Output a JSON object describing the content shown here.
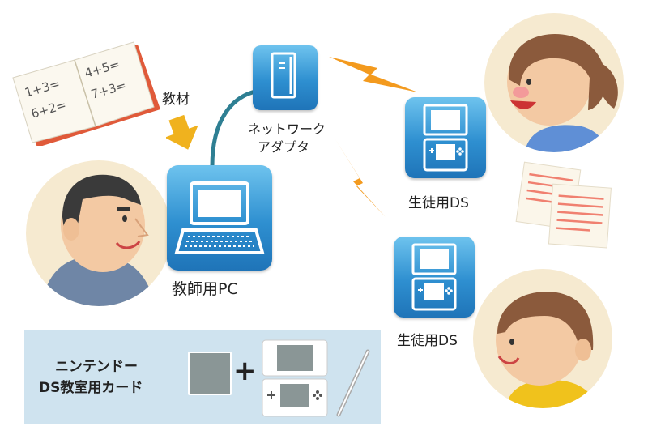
{
  "book": {
    "line1_left": "1+3=",
    "line2_left": "6+2=",
    "line1_right": "4+5=",
    "line2_right": "7+3="
  },
  "labels": {
    "material": "教材",
    "network_adapter_line1": "ネットワーク",
    "network_adapter_line2": "アダプタ",
    "teacher_pc": "教師用PC",
    "student_ds_1": "生徒用DS",
    "student_ds_2": "生徒用DS"
  },
  "bottom_panel": {
    "card_line1": "ニンテンドー",
    "card_line2": "DS教室用カード",
    "plus": "+"
  },
  "colors": {
    "icon_blue": "#2e8fd0",
    "panel_bg": "#cfe3ef",
    "lightning": "#f39a1e",
    "arrow": "#f0b21e",
    "face_circle": "#f6ead0"
  }
}
